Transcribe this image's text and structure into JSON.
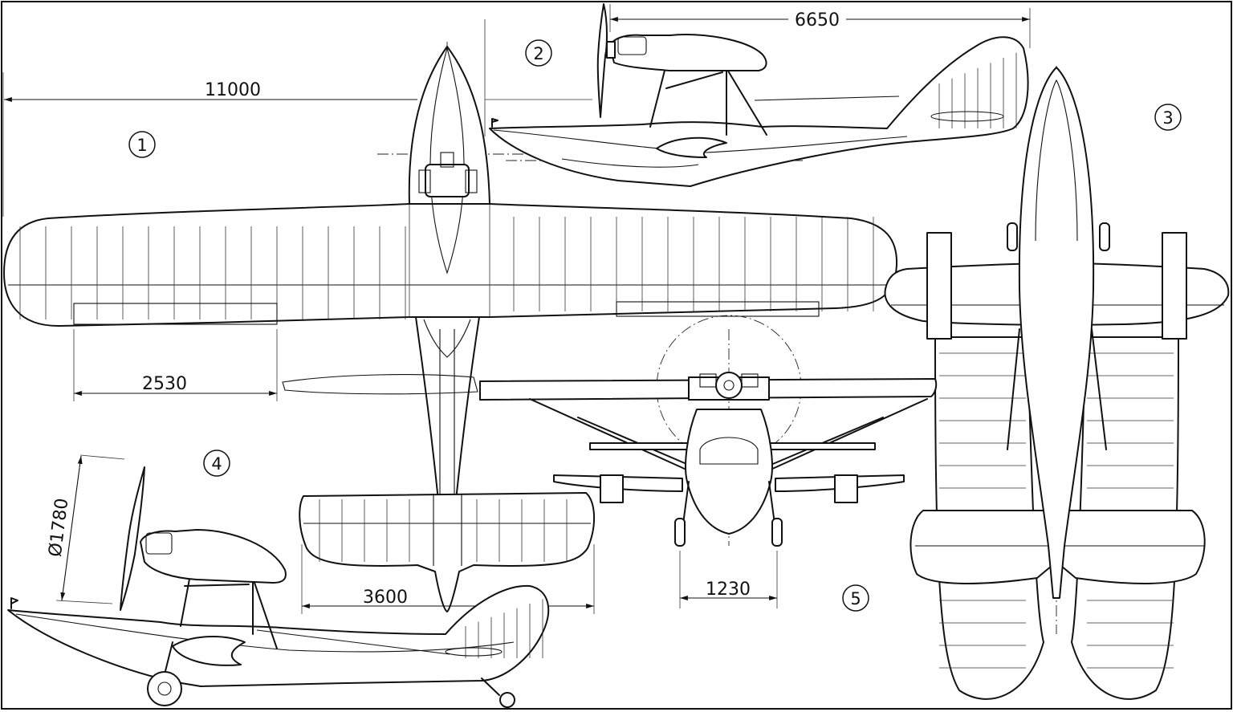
{
  "dimensions": {
    "fuselage_length": "6650",
    "wingspan": "11000",
    "aileron_span": "2530",
    "tailplane_span": "3600",
    "propeller_diameter": "Ø1780",
    "track": "1230"
  },
  "view_numbers": {
    "plan_view": "1",
    "side_view_floating": "2",
    "bottom_view": "3",
    "side_view_gear_down": "4",
    "front_view": "5"
  },
  "colors": {
    "ink": "#111111",
    "paper": "#ffffff"
  }
}
